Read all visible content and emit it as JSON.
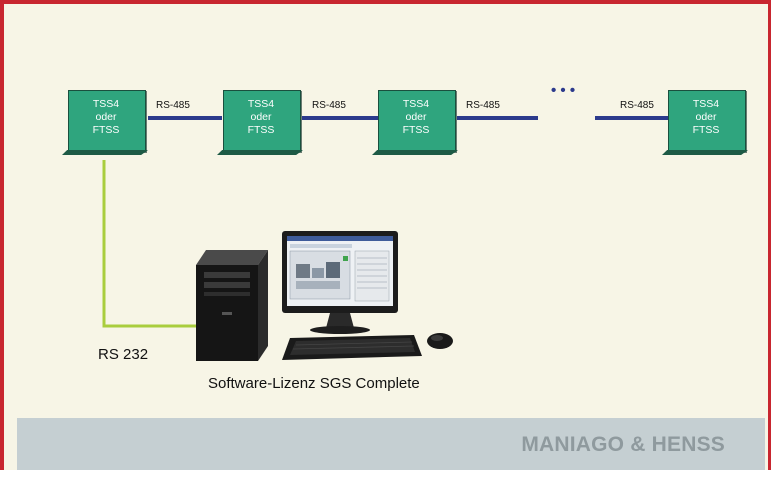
{
  "nodes": [
    {
      "line1": "TSS4",
      "line2": "oder",
      "line3": "FTSS"
    },
    {
      "line1": "TSS4",
      "line2": "oder",
      "line3": "FTSS"
    },
    {
      "line1": "TSS4",
      "line2": "oder",
      "line3": "FTSS"
    },
    {
      "line1": "TSS4",
      "line2": "oder",
      "line3": "FTSS"
    }
  ],
  "links": [
    {
      "label": "RS-485"
    },
    {
      "label": "RS-485"
    },
    {
      "label": "RS-485"
    },
    {
      "label": "RS-485"
    }
  ],
  "ellipsis": "• • •",
  "computer_link_label": "RS 232",
  "caption": "Software-Lizenz SGS Complete",
  "footer": {
    "company": "MANIAGO & HENSS"
  },
  "colors": {
    "frame": "#c8262f",
    "background": "#f7f5e6",
    "node_fill": "#2fa57e",
    "bus_line": "#2c3a8c",
    "serial_line": "#a9cd3d",
    "footer_band": "#c5cfd2"
  }
}
